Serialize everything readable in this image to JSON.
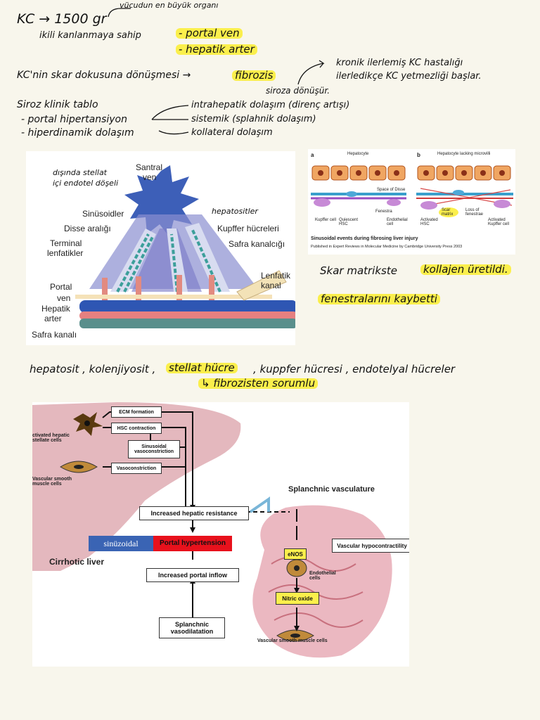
{
  "notes": {
    "line1_left": "KC → 1500 gr",
    "line1_top": "vücudun en büyük organı",
    "line2_left": "ikili kanlanmaya sahip",
    "portal_ven": "- portal ven",
    "hepatik_arter": "- hepatik arter",
    "fibrozis_left": "KC'nin skar dokusuna dönüşmesi →",
    "fibrozis": "fibrozis",
    "kronik1": "kronik ilerlemiş KC hastalığı",
    "kronik2": "ilerledikçe KC yetmezliği başlar.",
    "siroza": "siroza dönüşür.",
    "siroz_title": "Siroz klinik tablo",
    "portal_hip": "- portal hipertansiyon",
    "hiperdinamik": "- hiperdinamik dolaşım",
    "intrahepatik": "intrahepatik dolaşım (direnç artışı)",
    "sistemik": "sistemik (splahnik dolaşım)",
    "kollateral": "kollateral dolaşım",
    "skar_matriks": "Skar matrikste",
    "kollajen": "kollajen üretildi.",
    "fenestra": "fenestralarını kaybetti",
    "cells_a": "hepatosit , kolenjiyosit ,",
    "stellat": "stellat hücre",
    "cells_b": ", kuppfer hücresi , endotelyal hücreler",
    "fibroz_sorumlu": "↳ fibrozisten sorumlu"
  },
  "liver_anatomy": {
    "handwritten": [
      "dışında stellat",
      "içi endotel döşeli"
    ],
    "santral": "Santral",
    "ven": "ven",
    "sinusoidler": "Sinüsoidler",
    "disse": "Disse aralığı",
    "terminal": "Terminal",
    "lenfatikler": "lenfatikler",
    "portal": "Portal",
    "portal_ven": "ven",
    "hepatik": "Hepatik",
    "arter": "arter",
    "safra_kanali": "Safra kanalı",
    "hepatositler": "hepatositler",
    "kupffer": "Kupffer hücreleri",
    "safra_kanalcigi": "Safra kanalcığı",
    "lenfatik": "Lenfatik",
    "kanal": "kanal"
  },
  "sinusoid_figure": {
    "label_a": "a",
    "label_b": "b",
    "hepatocyte": "Hepatocyte",
    "hepatocyte_lacking": "Hepatocyte lacking microvilli",
    "space_of_disse": "Space of Disse",
    "fenestra": "Fenestra",
    "kupffer_cell": "Kupffer cell",
    "quiescent_hsc": "Quiescent HSC",
    "endothelial_cell": "Endothelial cell",
    "activated_hsc": "Activated HSC",
    "scar_matrix": "Scar matrix",
    "loss_fenestrae": "Loss of fenestrae",
    "activated_kupffer": "Activated Kupffer cell",
    "caption": "Sinusoidal events during fibrosing liver injury",
    "publisher": "Published in Expert Reviews in Molecular Medicine by Cambridge University Press 2003"
  },
  "pathway": {
    "ecm_formation": "ECM formation",
    "hsc_contraction": "HSC contraction",
    "sinusoidal_vaso": "Sinusoidal vasoconstriction",
    "vasoconstriction": "Vasoconstriction",
    "activated_hsc": "ctivated hepatic stellate cells",
    "vsmc": "Vascular smooth muscle cells",
    "increased_resistance": "Increased hepatic resistance",
    "sinuzoidal": "sinüzoidal",
    "portal_hypertension": "Portal hypertension",
    "cirrhotic_liver": "Cirrhotic liver",
    "increased_inflow": "Increased portal inflow",
    "splanchnic_vasodilatation": "Splanchnic vasodilatation",
    "splanchnic_vasculature": "Splanchnic vasculature",
    "vascular_hypo": "Vascular hypocontractility",
    "enos": "eNOS",
    "endothelial_cells": "Endothelial cells",
    "nitric_oxide": "Nitric oxide",
    "vsmc_bottom": "Vascular smooth muscle cells"
  },
  "colors": {
    "highlight": "#fbef4c",
    "portal_red": "#e8111c",
    "sinuzoidal_blue": "#3a64b4",
    "liver_pink": "#dba0a8"
  }
}
